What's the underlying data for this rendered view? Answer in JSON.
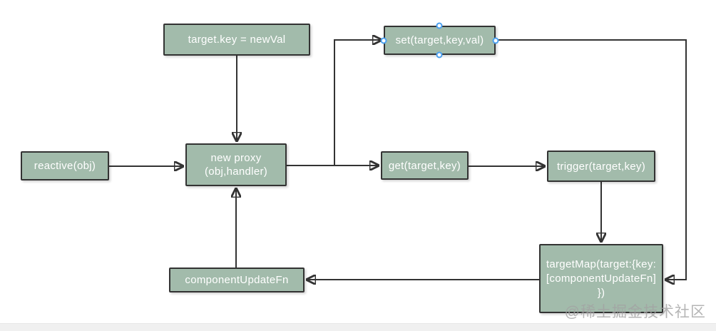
{
  "diagram": {
    "title_context": "vue-reactivity-flow",
    "nodes": {
      "target_key": {
        "label": "target.key = newVal"
      },
      "set": {
        "label": "set(target,key,val)",
        "selected": true
      },
      "reactive": {
        "label": "reactive(obj)"
      },
      "new_proxy": {
        "label": "new proxy\n(obj,handler)"
      },
      "get": {
        "label": "get(target,key)"
      },
      "trigger": {
        "label": "trigger(target,key)"
      },
      "component_update_fn": {
        "label": "componentUpdateFn"
      },
      "target_map": {
        "label": "targetMap(target:{key:\n[componentUpdateFn]\n})"
      }
    },
    "edges": [
      "reactive -> new_proxy",
      "target_key -> new_proxy",
      "component_update_fn -> new_proxy",
      "new_proxy -> set",
      "new_proxy -> get",
      "get -> trigger",
      "trigger -> target_map",
      "set -> target_map",
      "target_map -> component_update_fn"
    ],
    "colors": {
      "node_fill": "#a2bbab",
      "node_border": "#333333",
      "connector_line": "#333333",
      "selection_handle": "#4aa0f0",
      "node_text": "#ffffff",
      "watermark_text": "#a3a3a3",
      "bottom_strip": "#f0f0f0"
    },
    "watermark": "@稀土掘金技术社区"
  }
}
